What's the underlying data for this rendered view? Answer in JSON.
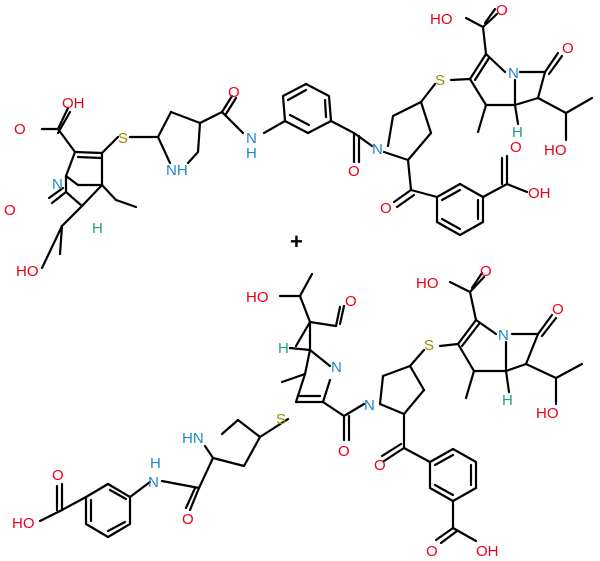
{
  "colors": {
    "bond": "#000000",
    "oxygen": "#e8001c",
    "nitrogen": "#1f86c9",
    "sulfur": "#9a8a00",
    "hydrogen": "#1f9e8a",
    "background": "#ffffff"
  },
  "separator": "+",
  "labels": {
    "OH": "OH",
    "HO": "HO",
    "O": "O",
    "N": "N",
    "NH": "NH",
    "HN": "HN",
    "S": "S",
    "H": "H"
  }
}
